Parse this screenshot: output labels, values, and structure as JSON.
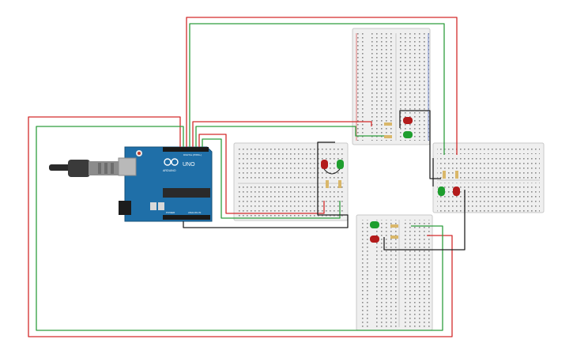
{
  "app": {
    "title": "Traffic light circuit (Arduino Uno + breadboards)"
  },
  "arduino": {
    "brand": "ARDUINO",
    "model": "UNO",
    "digital_label": "DIGITAL (PWM~)",
    "power_label": "POWER",
    "analog_label": "ANALOG IN",
    "board_color": "#1f6fa8",
    "usb_color": "#9a9a9a"
  },
  "colors": {
    "wire_red": "#d32b2b",
    "wire_green": "#2e9e3e",
    "wire_black": "#222222",
    "led_red": "#b31b1b",
    "led_green": "#1e9e2e",
    "breadboard": "#efefef",
    "resistor": "#d9b76a"
  },
  "breadboards": [
    {
      "id": "bb-top",
      "orientation": "vertical"
    },
    {
      "id": "bb-middle",
      "orientation": "horizontal"
    },
    {
      "id": "bb-right",
      "orientation": "horizontal"
    },
    {
      "id": "bb-bottom",
      "orientation": "vertical"
    }
  ],
  "leds": [
    {
      "id": "top-red",
      "color": "red"
    },
    {
      "id": "top-green",
      "color": "green"
    },
    {
      "id": "middle-red",
      "color": "red"
    },
    {
      "id": "middle-green",
      "color": "green"
    },
    {
      "id": "right-green",
      "color": "green"
    },
    {
      "id": "right-red",
      "color": "red"
    },
    {
      "id": "bottom-green",
      "color": "green"
    },
    {
      "id": "bottom-red",
      "color": "red"
    }
  ]
}
